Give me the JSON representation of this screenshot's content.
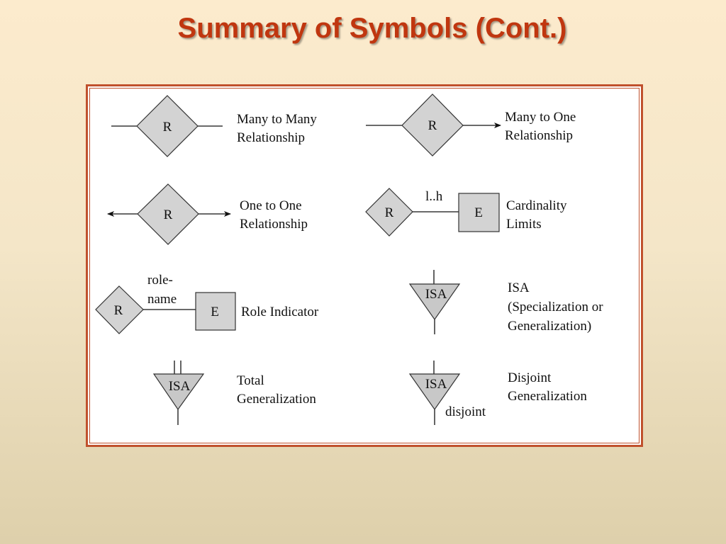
{
  "slide": {
    "title": "Summary of Symbols (Cont.)"
  },
  "symbols": {
    "many_to_many": {
      "shape": "R",
      "label_line1": "Many to Many",
      "label_line2": "Relationship"
    },
    "many_to_one": {
      "shape": "R",
      "label_line1": "Many to One",
      "label_line2": "Relationship"
    },
    "one_to_one": {
      "shape": "R",
      "label_line1": "One to One",
      "label_line2": "Relationship"
    },
    "cardinality": {
      "diamond": "R",
      "entity": "E",
      "range": "l..h",
      "label_line1": "Cardinality",
      "label_line2": "Limits"
    },
    "role_indicator": {
      "diamond": "R",
      "entity": "E",
      "role_line1": "role-",
      "role_line2": "name",
      "label": "Role Indicator"
    },
    "isa": {
      "shape": "ISA",
      "label_line1": "ISA",
      "label_line2": "(Specialization or",
      "label_line3": "Generalization)"
    },
    "total_generalization": {
      "shape": "ISA",
      "label_line1": "Total",
      "label_line2": "Generalization"
    },
    "disjoint_generalization": {
      "shape": "ISA",
      "tag": "disjoint",
      "label_line1": "Disjoint",
      "label_line2": "Generalization"
    }
  },
  "colors": {
    "title": "#c0360f",
    "frame_border": "#c0512d",
    "shape_fill": "#d3d3d3"
  }
}
